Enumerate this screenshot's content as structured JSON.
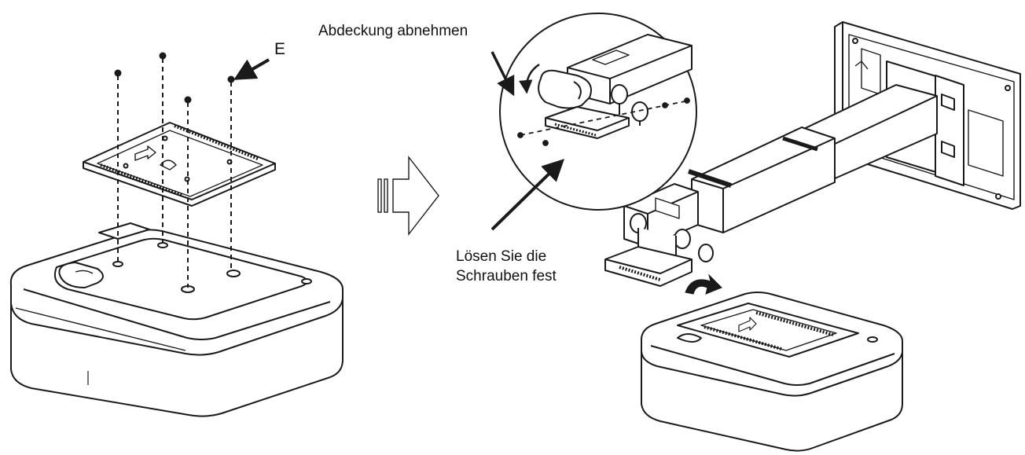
{
  "labels": {
    "screw_marker": "E",
    "remove_cover": "Abdeckung abnehmen",
    "loosen_screws_line1": "Lösen Sie die",
    "loosen_screws_line2": "Schrauben fest"
  },
  "colors": {
    "line": "#1a1a1a",
    "background": "#ffffff",
    "arrow_fill": "#ffffff"
  },
  "icons": {
    "step_arrow": "hollow-right-arrow-icon",
    "rotate_arrow": "curved-arrow-icon",
    "pointer_arrow": "pointer-arrow-icon"
  }
}
